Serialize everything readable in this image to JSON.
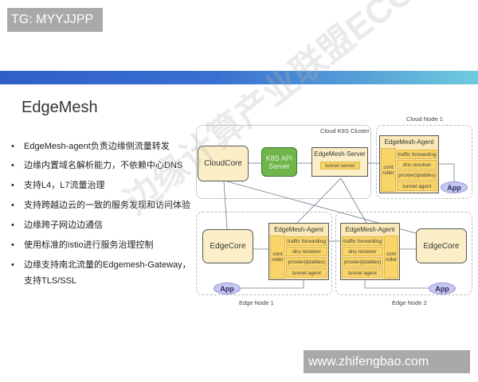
{
  "watermark_top": "TG: MYYJJPP",
  "watermark_bottom": "www.zhifengbao.com",
  "diagonal_watermark": "边缘计算产业联盟ECC",
  "title": "EdgeMesh",
  "bullets": [
    "EdgeMesh-agent负责边缘侧流量转发",
    "边缘内置域名解析能力，不依赖中心DNS",
    "支持L4，L7流量治理",
    "支持跨越边云的一致的服务发现和访问体验",
    "边缘跨子网边边通信",
    "使用标准的istio进行服务治理控制",
    "边缘支持南北流量的Edgemesh-Gateway，支持TLS/SSL"
  ],
  "diagram": {
    "cloud_cluster": "Cloud K8S Cluster",
    "cloud_node": "Cloud Node 1",
    "edge_node_1": "Edge Node  1",
    "edge_node_2": "Edge Node 2",
    "cloudcore": "CloudCore",
    "k8s_api": "K8S API Server",
    "server": "EdgeMesh-Server",
    "tunnel_server": "tunnel server",
    "agent": "EdgeMesh-Agent",
    "controller": "cont roller",
    "traffic": "traffic forwarding",
    "dns": "dns resolver",
    "proxier": "proxier(iptables)",
    "tunnel_agent": "tunnel agent",
    "edgecore": "EdgeCore",
    "app": "App"
  },
  "colors": {
    "band_start": "#2f5fc8",
    "band_end": "#6fcbdc",
    "k8s_green": "#6fb54a",
    "cell": "#f8d469",
    "app": "#c7c8f0"
  }
}
